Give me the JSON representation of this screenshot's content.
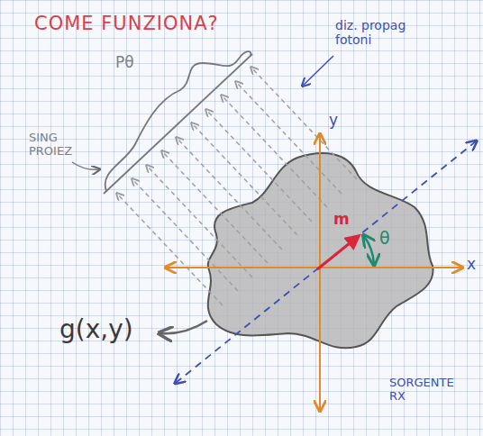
{
  "diagram": {
    "title": "COME FUNZIONA?",
    "labels": [
      "diz. propag fotoni",
      "Pθ",
      "SING PROIEZ",
      "y",
      "x",
      "m",
      "θ",
      "g(x,y)",
      "SORGENTE RX"
    ]
  }
}
